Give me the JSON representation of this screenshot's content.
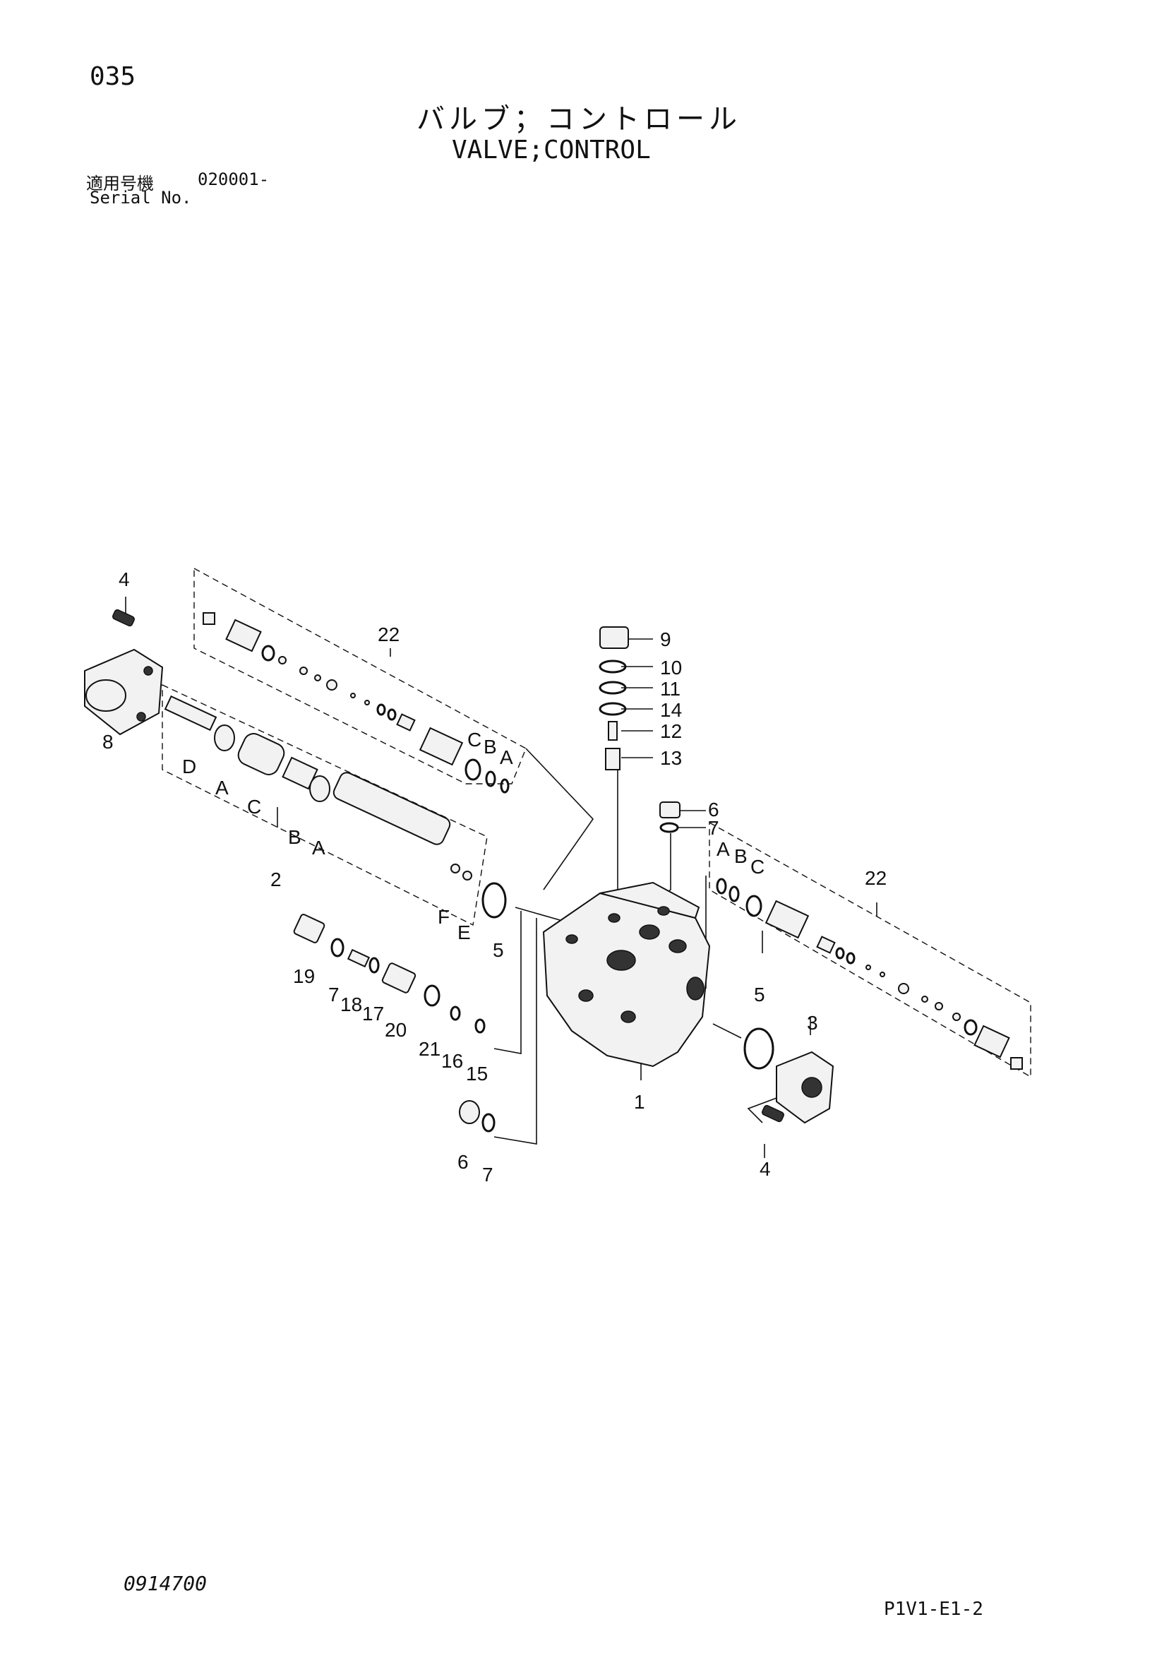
{
  "page_number": "035",
  "title_jp": "バルブ；コントロール",
  "title_en": "VALVE;CONTROL",
  "serial_label_jp": "適用号機",
  "serial_value": "020001-",
  "serial_label_en": "Serial No.",
  "doc_number": "0914700",
  "figure_code": "P1V1-E1-2",
  "callouts": {
    "c4a": "4",
    "c8": "8",
    "c22a": "22",
    "c2": "2",
    "c9": "9",
    "c10": "10",
    "c11": "11",
    "c14": "14",
    "c12": "12",
    "c13": "13",
    "c6a": "6",
    "c7a": "7",
    "c22b": "22",
    "cA1": "A",
    "cB1": "B",
    "cC1": "C",
    "cD": "D",
    "cA2": "A",
    "cC2": "C",
    "cB2": "B",
    "cA3": "A",
    "cF": "F",
    "cE": "E",
    "c5a": "5",
    "c19": "19",
    "c7b": "7",
    "c18": "18",
    "c17": "17",
    "c20": "20",
    "c21": "21",
    "c16": "16",
    "c15": "15",
    "c1": "1",
    "c5b": "5",
    "c3": "3",
    "c4b": "4",
    "c6b": "6",
    "c7c": "7",
    "cA4": "A",
    "cB4": "B",
    "cC4": "C"
  }
}
